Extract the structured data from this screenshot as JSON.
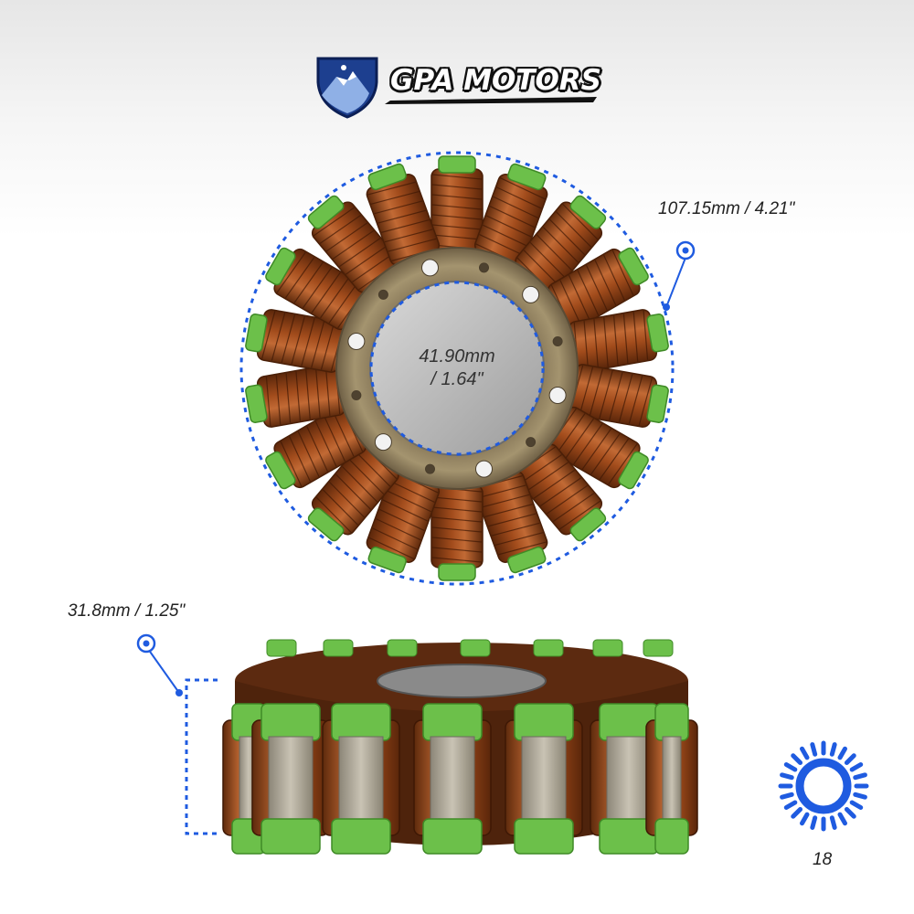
{
  "brand": {
    "name": "GPA MOTORS"
  },
  "dimensions": {
    "outer_diameter": "107.15mm / 4.21\"",
    "inner_diameter_line1": "41.90mm",
    "inner_diameter_line2": "/ 1.64\"",
    "height": "31.8mm / 1.25\"",
    "pole_count": "18"
  },
  "colors": {
    "accent": "#1f5be0",
    "copper": "#a8501f",
    "insulator": "#6cc04a",
    "core": "#9a8a6c"
  },
  "icons": [
    "mountain-shield-logo-icon",
    "coil-count-icon"
  ]
}
